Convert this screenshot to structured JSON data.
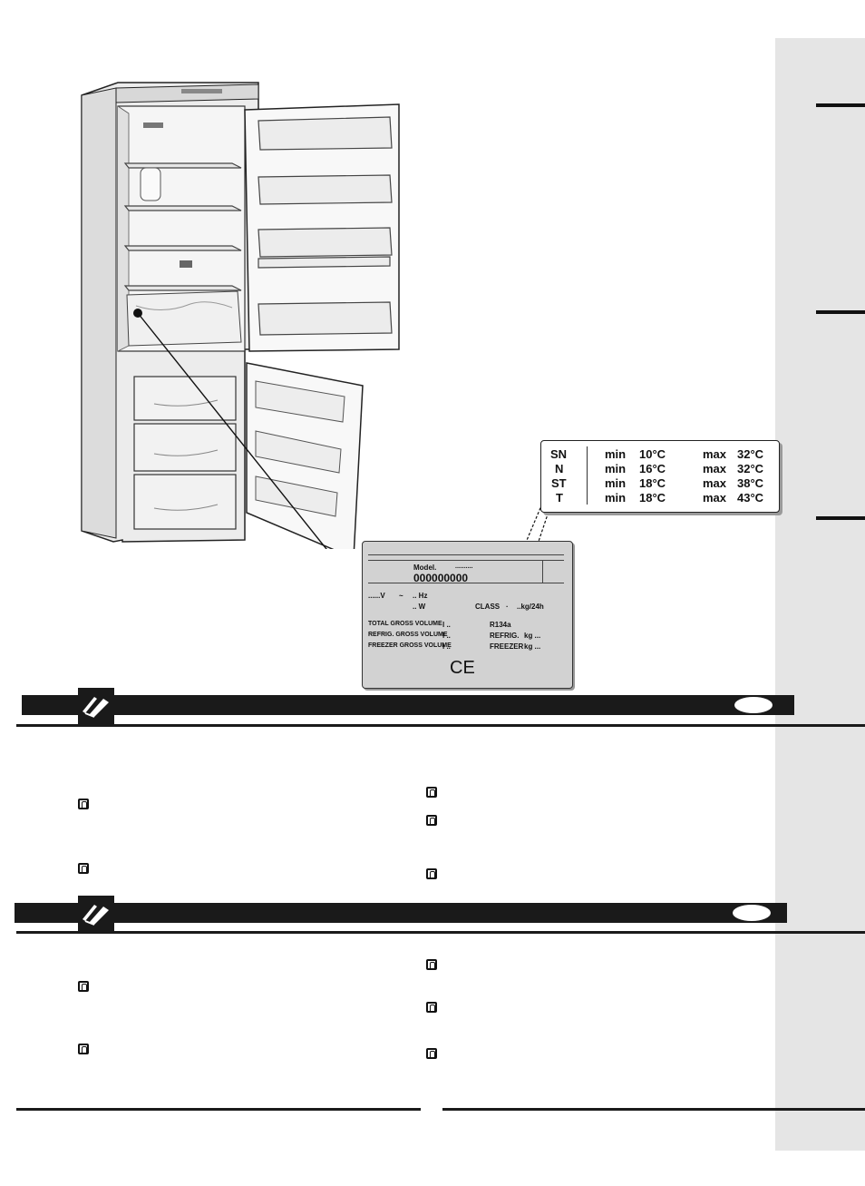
{
  "climate_class_table": {
    "rows": [
      {
        "class": "SN",
        "min_label": "min",
        "min_temp": "10°C",
        "max_label": "max",
        "max_temp": "32°C"
      },
      {
        "class": "N",
        "min_label": "min",
        "min_temp": "16°C",
        "max_label": "max",
        "max_temp": "32°C"
      },
      {
        "class": "ST",
        "min_label": "min",
        "min_temp": "18°C",
        "max_label": "max",
        "max_temp": "38°C"
      },
      {
        "class": "T",
        "min_label": "min",
        "min_temp": "18°C",
        "max_label": "max",
        "max_temp": "43°C"
      }
    ]
  },
  "rating_plate": {
    "model_label": "Model.",
    "model_dots": "..........",
    "model_number": "000000000",
    "voltage": "......V",
    "tilde": "~",
    "hz": "..  Hz",
    "watts": "..  W",
    "class_label": "CLASS",
    "class_dot": ".",
    "kg24h": "..kg/24h",
    "total_gross_volume": "TOTAL GROSS VOLUME",
    "refrig_gross_volume": "REFRIG. GROSS VOLUME",
    "freezer_gross_volume": "FREEZER GROSS VOLUME",
    "litre_value": "l ..",
    "refrigerant": "R134a",
    "refrig_label": "REFRIG.",
    "freezer_label": "FREEZER",
    "kg_value": "kg ...",
    "ce_mark": "CE"
  },
  "colors": {
    "sidebar": "#e5e5e5",
    "bar": "#1a1a1a",
    "plate": "#d2d2d2"
  },
  "icons": {
    "section_icon": "open-book-icon",
    "bullet_icon": "hand-bullet-icon"
  }
}
